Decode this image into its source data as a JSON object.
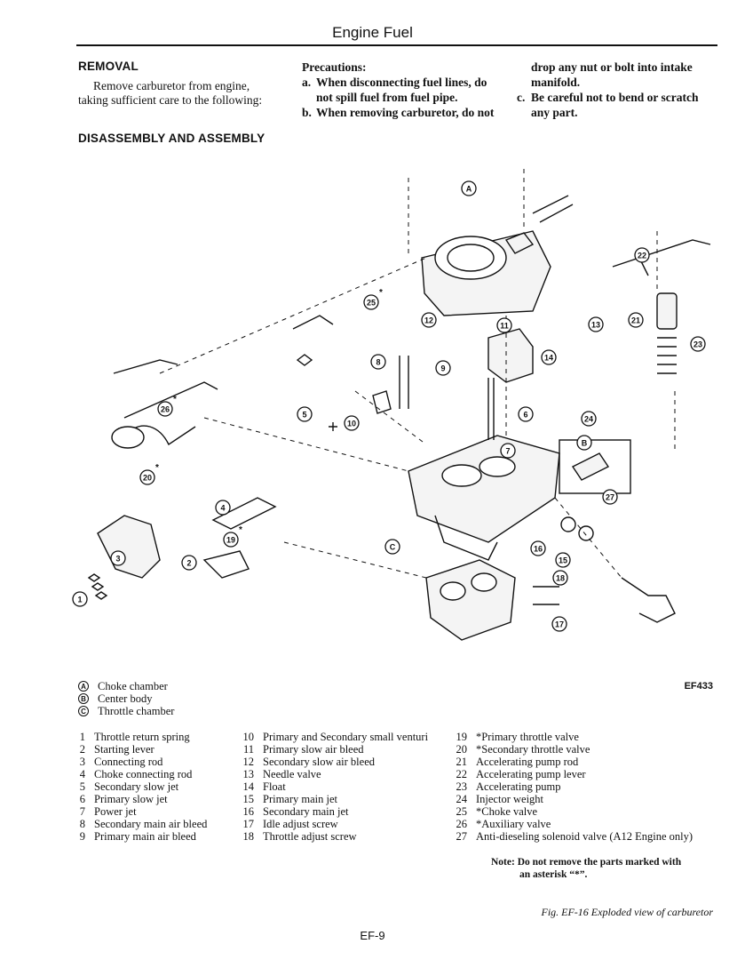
{
  "header": {
    "title": "Engine Fuel"
  },
  "removal": {
    "heading": "REMOVAL",
    "line1": "Remove carburetor from engine,",
    "line2": "taking sufficient care to the following:"
  },
  "precautions": {
    "heading": "Precautions:",
    "a_label": "a.",
    "a_line1": "When disconnecting fuel lines, do",
    "a_line2": "not spill fuel from fuel pipe.",
    "b_label": "b.",
    "b_line1": "When removing carburetor, do not",
    "b_line2": "drop any nut or bolt into intake",
    "b_line3": "manifold.",
    "c_label": "c.",
    "c_line1": "Be careful not to bend or scratch",
    "c_line2": "any part."
  },
  "disassembly": {
    "heading": "DISASSEMBLY AND ASSEMBLY"
  },
  "figure": {
    "code": "EF433",
    "callouts": {
      "A": "A",
      "B": "B",
      "C": "C",
      "n1": "1",
      "n2": "2",
      "n3": "3",
      "n4": "4",
      "n5": "5",
      "n6": "6",
      "n7": "7",
      "n8": "8",
      "n9": "9",
      "n10": "10",
      "n11": "11",
      "n12": "12",
      "n13": "13",
      "n14": "14",
      "n15": "15",
      "n16": "16",
      "n17": "17",
      "n18": "18",
      "n19": "19",
      "n20": "20",
      "n21": "21",
      "n22": "22",
      "n23": "23",
      "n24": "24",
      "n25": "25",
      "n26": "26",
      "n27": "27",
      "star": "*"
    },
    "caption": "Fig. EF-16 Exploded view of carburetor"
  },
  "legend_abc": [
    {
      "key": "A",
      "label": "Choke chamber"
    },
    {
      "key": "B",
      "label": "Center body"
    },
    {
      "key": "C",
      "label": "Throttle chamber"
    }
  ],
  "parts_col1": [
    {
      "num": "1",
      "label": "Throttle return spring"
    },
    {
      "num": "2",
      "label": "Starting lever"
    },
    {
      "num": "3",
      "label": "Connecting rod"
    },
    {
      "num": "4",
      "label": "Choke connecting rod"
    },
    {
      "num": "5",
      "label": "Secondary slow jet"
    },
    {
      "num": "6",
      "label": "Primary slow jet"
    },
    {
      "num": "7",
      "label": "Power jet"
    },
    {
      "num": "8",
      "label": "Secondary main air bleed"
    },
    {
      "num": "9",
      "label": "Primary main air bleed"
    }
  ],
  "parts_col2": [
    {
      "num": "10",
      "label": "Primary and Secondary small venturi"
    },
    {
      "num": "11",
      "label": "Primary slow air bleed"
    },
    {
      "num": "12",
      "label": "Secondary slow air bleed"
    },
    {
      "num": "13",
      "label": "Needle valve"
    },
    {
      "num": "14",
      "label": "Float"
    },
    {
      "num": "15",
      "label": "Primary main jet"
    },
    {
      "num": "16",
      "label": "Secondary main jet"
    },
    {
      "num": "17",
      "label": "Idle adjust screw"
    },
    {
      "num": "18",
      "label": "Throttle adjust screw"
    }
  ],
  "parts_col3": [
    {
      "num": "19",
      "label": "*Primary throttle valve"
    },
    {
      "num": "20",
      "label": "*Secondary throttle valve"
    },
    {
      "num": "21",
      "label": "Accelerating pump rod"
    },
    {
      "num": "22",
      "label": "Accelerating pump lever"
    },
    {
      "num": "23",
      "label": "Accelerating pump"
    },
    {
      "num": "24",
      "label": "Injector weight"
    },
    {
      "num": "25",
      "label": "*Choke valve"
    },
    {
      "num": "26",
      "label": "*Auxiliary valve"
    },
    {
      "num": "27",
      "label": "Anti-dieseling solenoid valve (A12 Engine only)"
    }
  ],
  "note": {
    "line1": "Note: Do not remove the parts marked with",
    "line2": "an asterisk “*”."
  },
  "footer": {
    "page": "EF-9"
  }
}
